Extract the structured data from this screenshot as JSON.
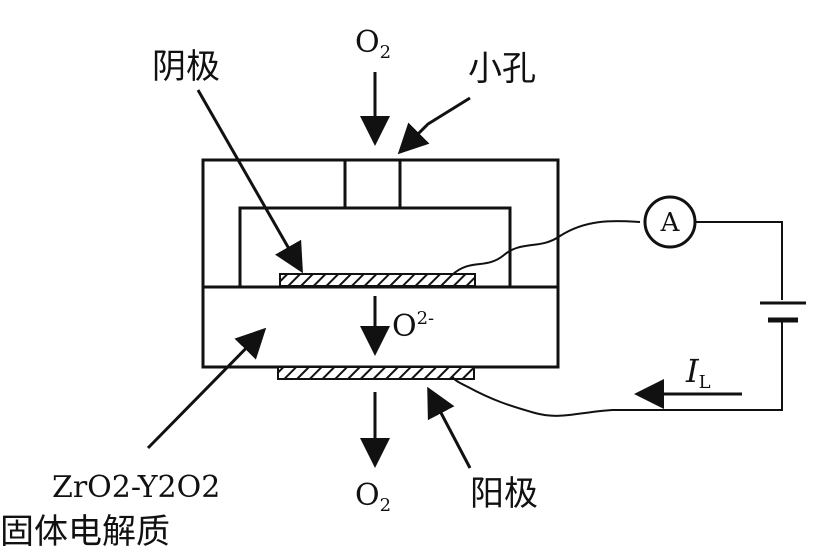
{
  "labels": {
    "cathode": "阴极",
    "pinhole": "小孔",
    "anode": "阳极",
    "ammeter": "A",
    "oxygen_top_main": "O",
    "oxygen_top_sub": "2",
    "oxygen_bottom_main": "O",
    "oxygen_bottom_sub": "2",
    "oxide_ion_main": "O",
    "oxide_ion_sup": "2-",
    "current_main": "I",
    "current_sub": "L",
    "electrolyte_formula": "ZrO2-Y2O2",
    "electrolyte_name": "固体电解质"
  }
}
